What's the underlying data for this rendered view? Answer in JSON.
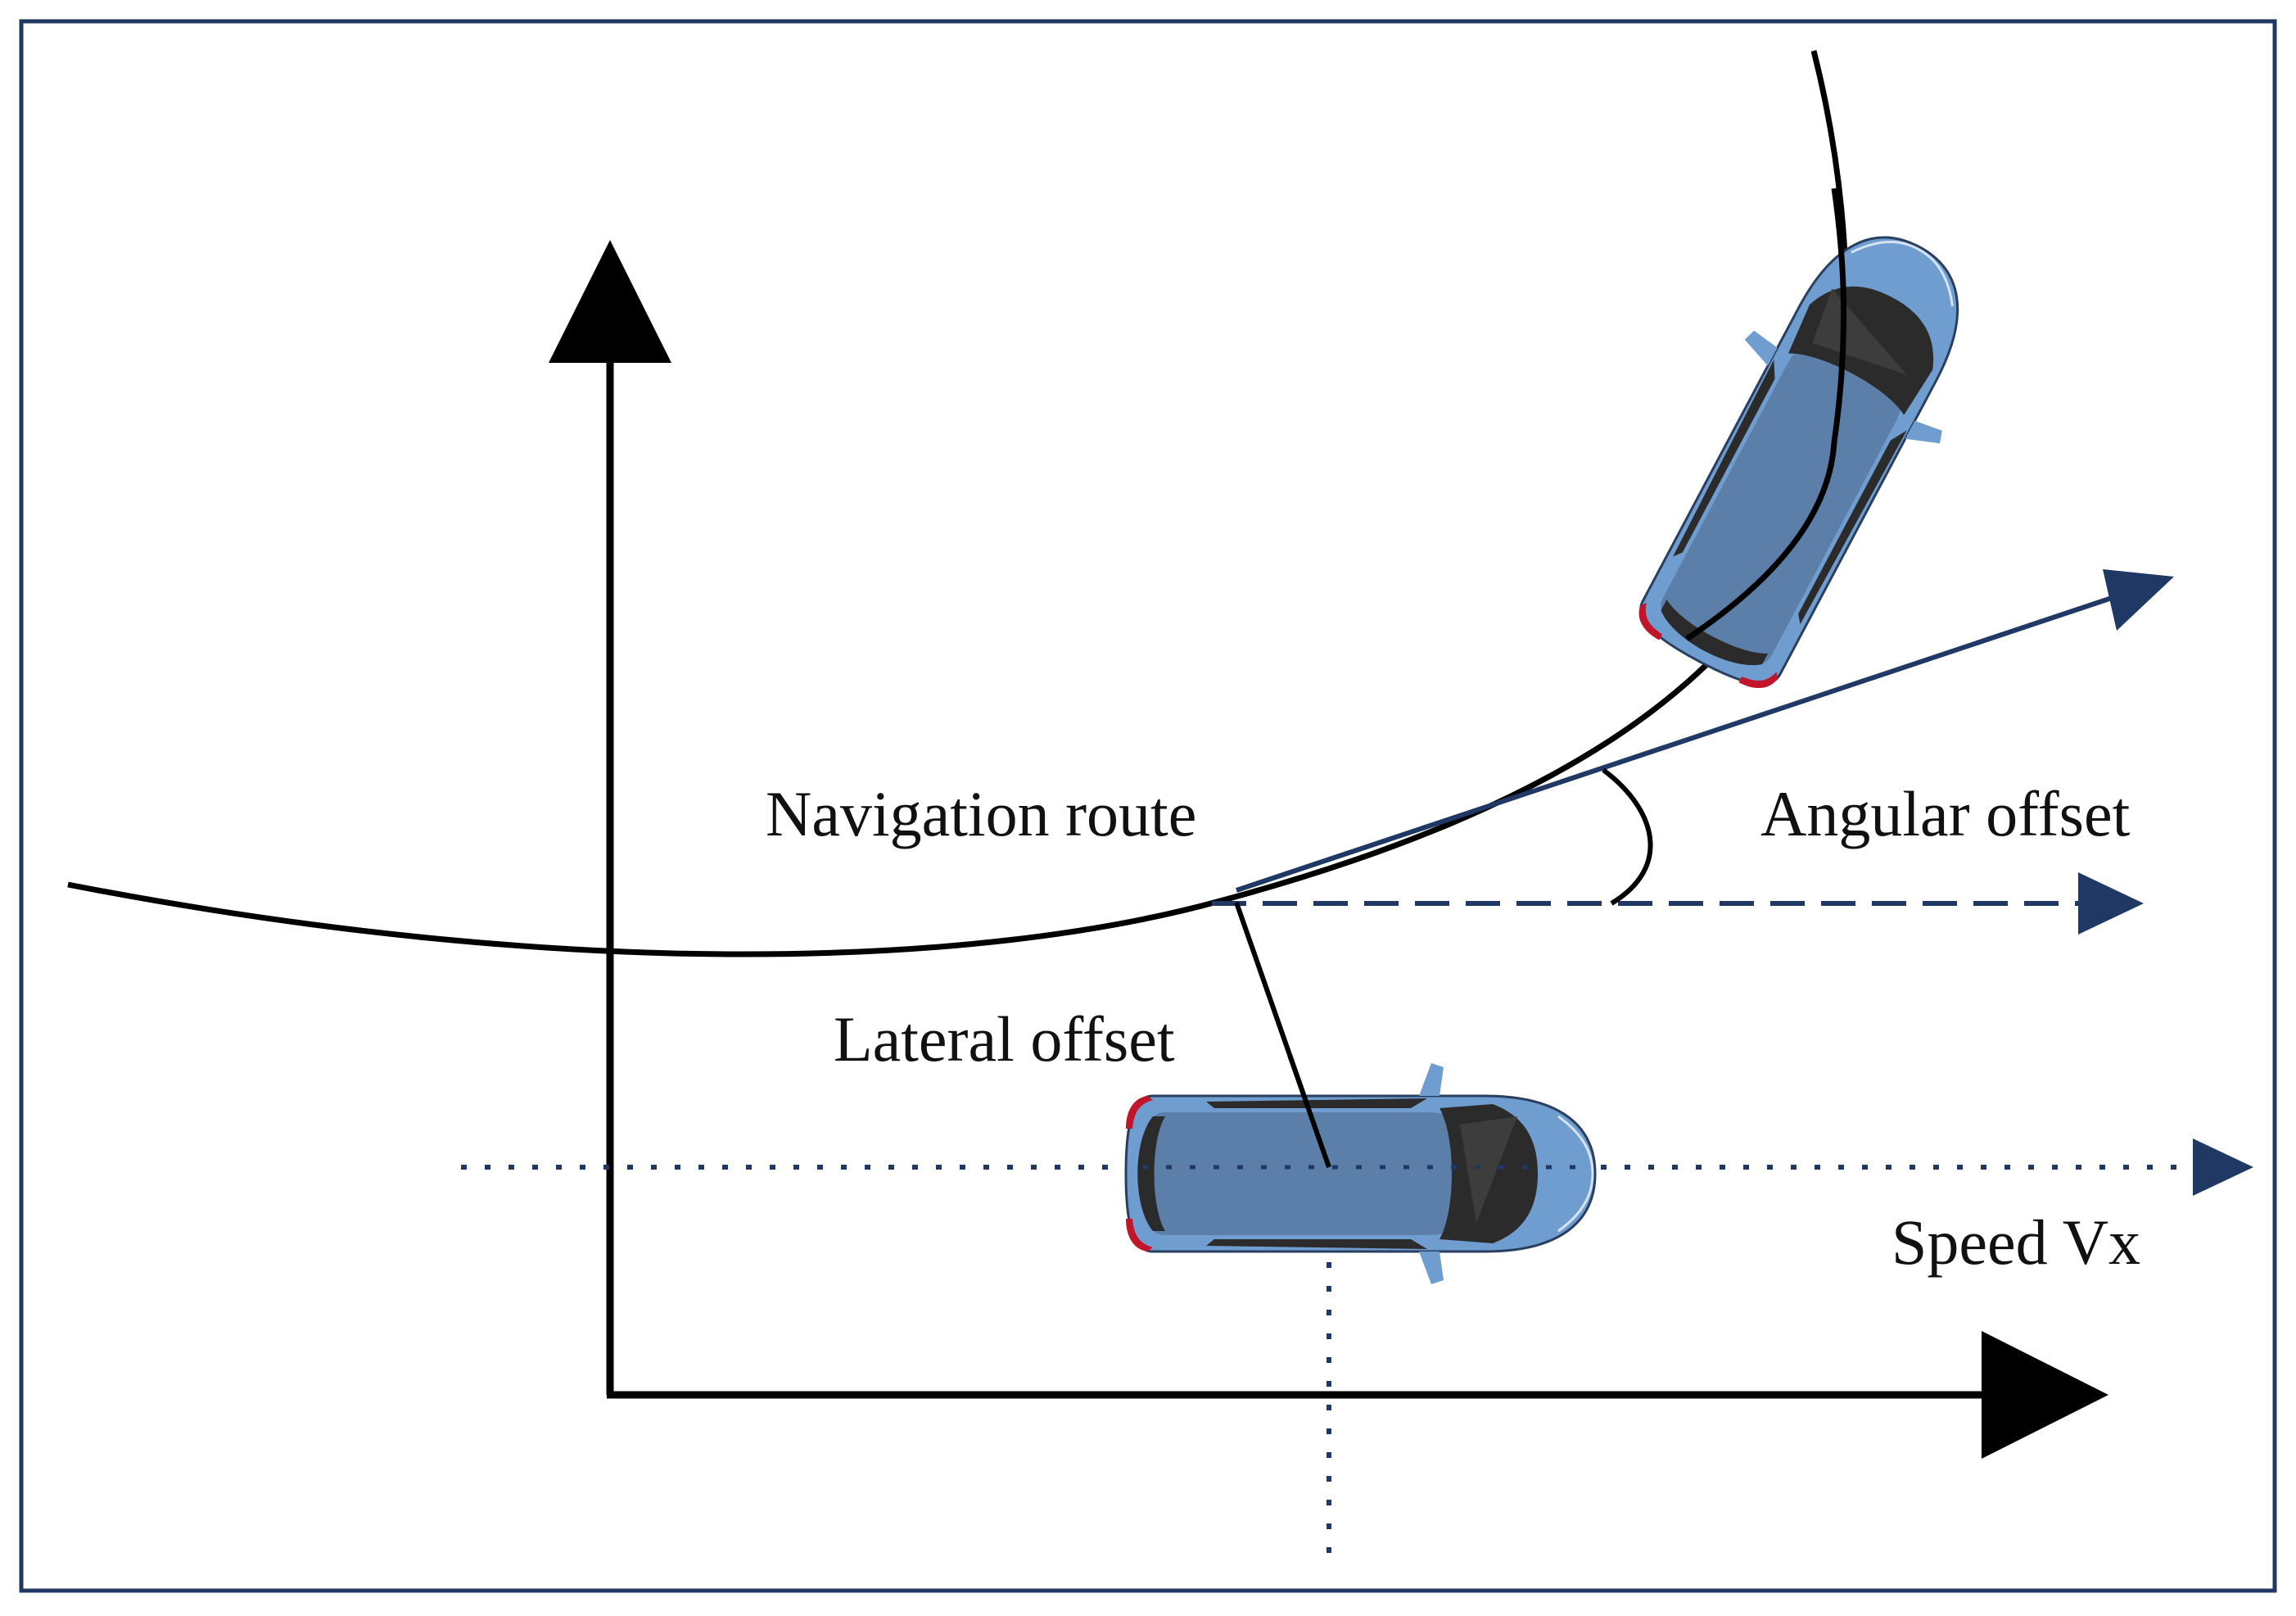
{
  "labels": {
    "navigation_route": "Navigation route",
    "angular_offset": "Angular offset",
    "lateral_offset": "Lateral offset",
    "speed": "Speed Vx"
  },
  "colors": {
    "frame": "#1f3864",
    "navy": "#1f3864",
    "black": "#000000",
    "car_body": "#6f9dcf",
    "car_roof": "#5b7fa8",
    "car_glass": "#2b2b2b",
    "tail_light": "#c0152a"
  },
  "icons": {
    "vehicle": "car-top-view-icon",
    "axis_arrow": "triangle-arrowhead-icon"
  }
}
